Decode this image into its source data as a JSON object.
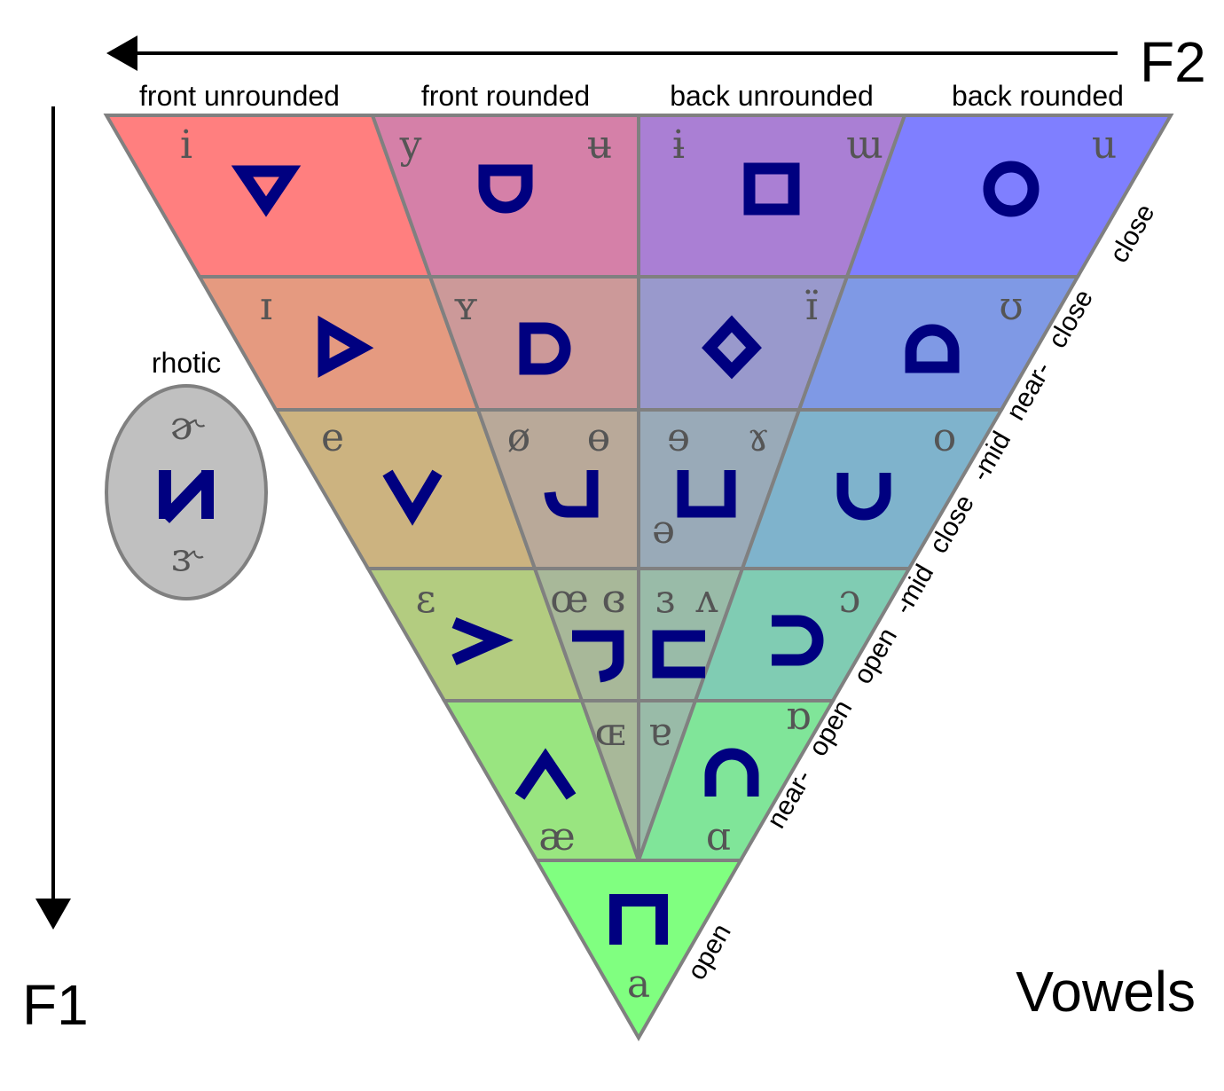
{
  "title": "Vowels",
  "axes": {
    "horizontal": "F2",
    "vertical": "F1"
  },
  "columns": [
    "front unrounded",
    "front rounded",
    "back unrounded",
    "back rounded"
  ],
  "heights": {
    "close": "close",
    "near_close": [
      "near-",
      "close"
    ],
    "close_mid": [
      "close",
      "-mid"
    ],
    "open_mid": [
      "open",
      "-mid"
    ],
    "near_open": [
      "near-",
      "open"
    ],
    "open": "open"
  },
  "rhotic": {
    "label": "rhotic",
    "symbols": [
      "ɚ",
      "ɝ"
    ]
  },
  "vowels": {
    "i": "i",
    "y": "y",
    "barred_u": "ʉ",
    "barred_i": "ɨ",
    "turned_m": "ɯ",
    "u": "u",
    "small_cap_i": "ɪ",
    "small_cap_y": "ʏ",
    "barred_small_i": "ɪ̈",
    "upsilon": "ʊ",
    "e": "e",
    "o_slash": "ø",
    "barred_o": "ɵ",
    "rev_e": "ɘ",
    "rams_horn": "ɤ",
    "schwa": "ə",
    "o": "o",
    "epsilon": "ɛ",
    "oe": "œ",
    "closed_rev_eps": "ɞ",
    "rev_eps": "ɜ",
    "turned_v": "ʌ",
    "open_o": "ɔ",
    "small_cap_oe": "ɶ",
    "turned_a": "ɐ",
    "turned_script_a": "ɒ",
    "ae": "æ",
    "script_a": "ɑ",
    "a": "a"
  }
}
